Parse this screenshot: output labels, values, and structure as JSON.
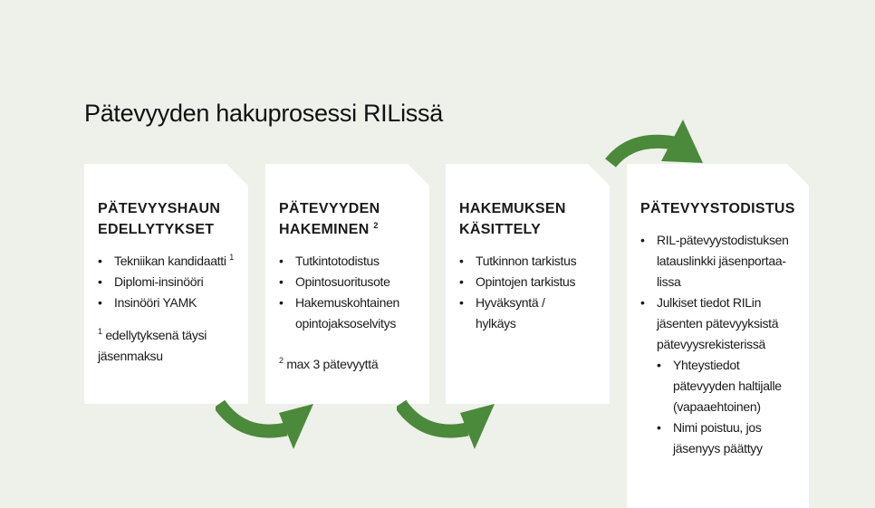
{
  "title": "Pätevyyden hakuprosessi RILissä",
  "colors": {
    "background": "#eef0ea",
    "card": "#ffffff",
    "arrow": "#4b8a3b"
  },
  "cards": [
    {
      "heading_line1": "PÄTEVYYSHAUN",
      "heading_line2": "EDELLYTYKSET",
      "heading_sup": "",
      "items": [
        "Tekniikan kandidaatti",
        "Diplomi-insinööri",
        "Insinööri YAMK"
      ],
      "item0_sup": "1",
      "note_sup": "1",
      "note": "edellytyksenä täysi jäsenmaksu"
    },
    {
      "heading_line1": "PÄTEVYYDEN",
      "heading_line2": "HAKEMINEN",
      "heading_sup": "2",
      "items": [
        "Tutkintotodistus",
        "Opintosuoritusote",
        "Hakemuskohtainen opintojaksoselvitys"
      ],
      "note_sup": "2",
      "note": "max 3 pätevyyttä"
    },
    {
      "heading_line1": "HAKEMUKSEN",
      "heading_line2": "KÄSITTELY",
      "items": [
        "Tutkinnon tarkistus",
        "Opintojen tarkistus",
        "Hyväksyntä / hylkäys"
      ]
    },
    {
      "heading_line1": "PÄTEVYYSTODISTUS",
      "items": [
        "RIL-pätevyystodistuksen latauslinkki jäsenportaa-lissa",
        "Julkiset tiedot RILin jäsenten pätevyyksistä pätevyysrekisterissä"
      ],
      "subitems": [
        "Yhteystiedot pätevyyden haltijalle (vapaaehtoinen)",
        "Nimi poistuu, jos jäsenyys päättyy"
      ]
    }
  ]
}
